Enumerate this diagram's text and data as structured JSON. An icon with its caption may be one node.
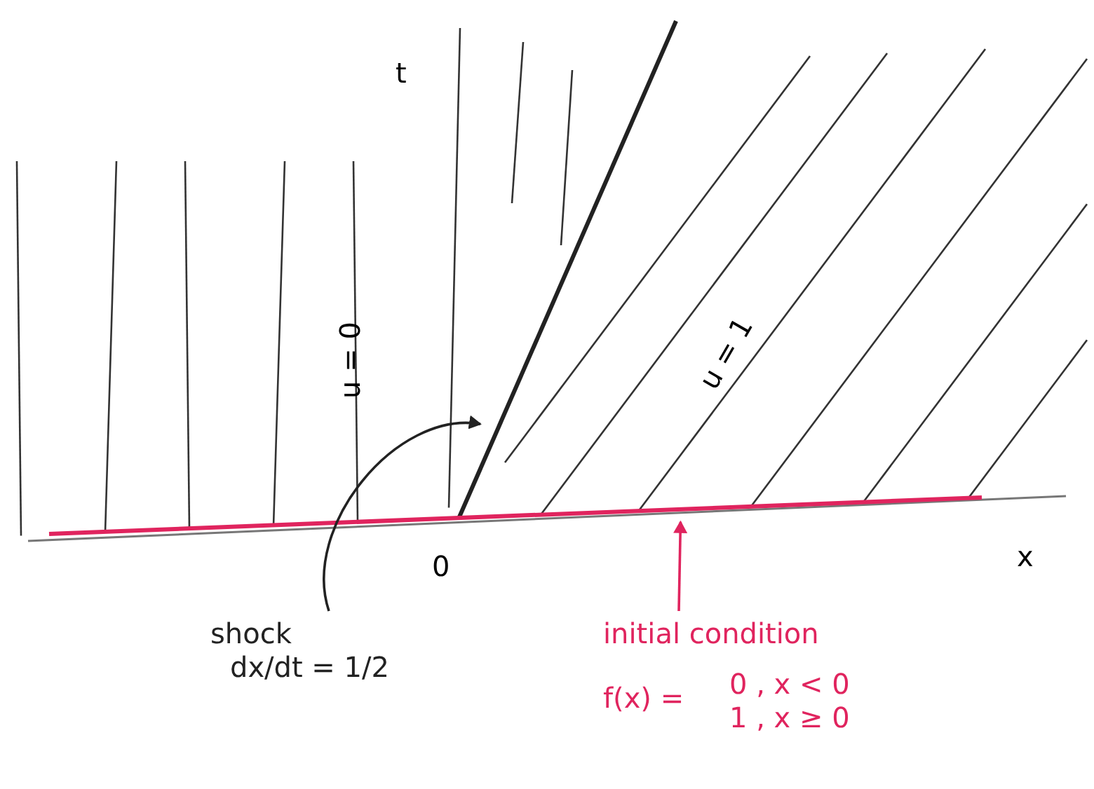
{
  "diagram": {
    "nodes": [
      {
        "text": [
          "shock",
          "dx/dt = 1/2"
        ]
      },
      {
        "text": [],
        "shape": "line"
      },
      {
        "text": [
          "initial condition",
          "f(x) =",
          "0 ,  x < 0",
          "1 ,  x ≥ 0"
        ]
      },
      {
        "text": [],
        "shape": "line"
      }
    ],
    "edges": [
      {
        "from": 0,
        "to": 1,
        "arrow": "to"
      },
      {
        "from": 2,
        "to": 3,
        "arrow": "to",
        "color": "#e0245e"
      }
    ],
    "labels": [
      "t",
      "u = 0",
      "u = 1",
      "0",
      "x"
    ]
  }
}
